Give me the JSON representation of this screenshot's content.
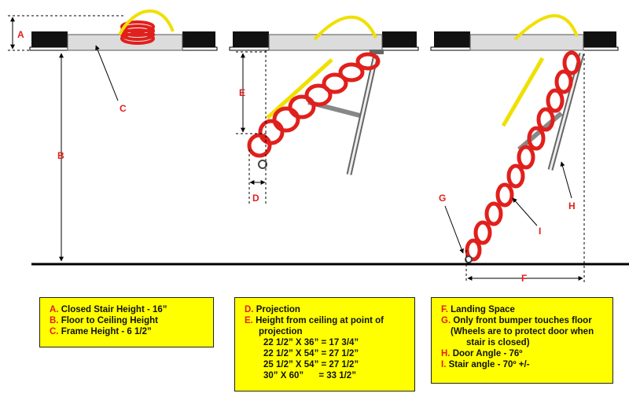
{
  "diagram": {
    "labels": [
      "A",
      "B",
      "C",
      "D",
      "E",
      "F",
      "G",
      "H",
      "I"
    ],
    "colors": {
      "stair_red": "#e0201c",
      "label_red": "#e0201c",
      "box_yellow": "#ffff00",
      "handrail_yellow": "#f0e000",
      "frame_gray": "#dcdcdc",
      "floor_black": "#000000"
    }
  },
  "legend_left": [
    {
      "key": "A.",
      "text": "Closed Stair Height - 16”"
    },
    {
      "key": "B.",
      "text": "Floor to Ceiling Height"
    },
    {
      "key": "C.",
      "text": "Frame Height - 6 1/2”"
    }
  ],
  "legend_middle": {
    "items": [
      {
        "key": "D.",
        "text": "Projection"
      },
      {
        "key": "E.",
        "text": "Height from ceiling at point of"
      },
      {
        "key": "",
        "text": "projection"
      }
    ],
    "dimensions": [
      "22 1/2” X 36” = 17 3/4”",
      "22 1/2” X 54” = 27 1/2”",
      "25 1/2” X 54” = 27 1/2”",
      "30” X 60”      = 33 1/2”"
    ]
  },
  "legend_right": [
    {
      "key": "F.",
      "text": "Landing Space"
    },
    {
      "key": "G.",
      "text": "Only front bumper touches floor"
    },
    {
      "key": "",
      "text": "(Wheels are to protect door when"
    },
    {
      "key": "",
      "text": "stair is closed)"
    },
    {
      "key": "H.",
      "text": "Door Angle - 76º"
    },
    {
      "key": "I.",
      "text": "Stair angle - 70º +/-"
    }
  ]
}
